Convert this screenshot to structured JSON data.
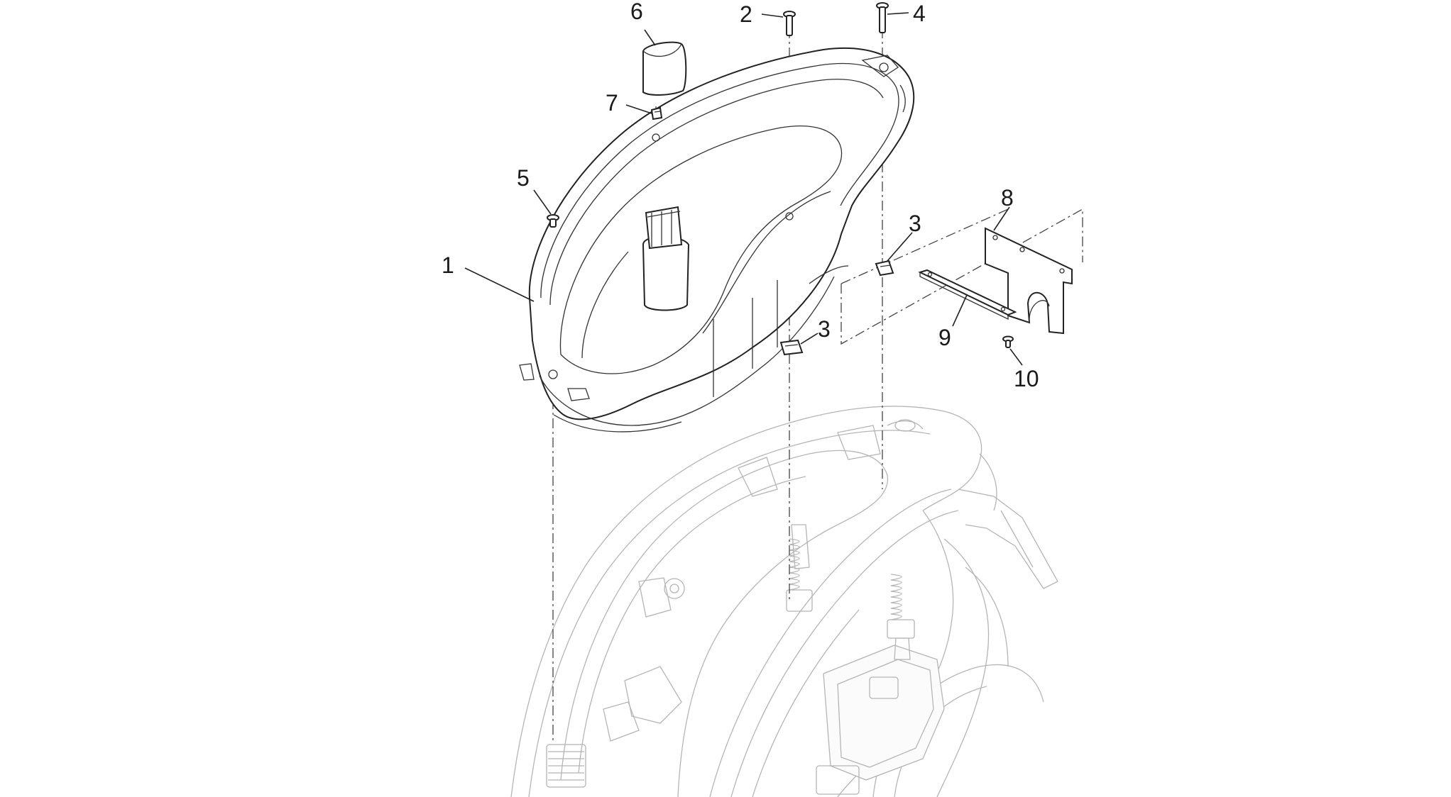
{
  "callouts": {
    "c1": "1",
    "c2": "2",
    "c3a": "3",
    "c3b": "3",
    "c4": "4",
    "c5": "5",
    "c6": "6",
    "c7": "7",
    "c8": "8",
    "c9": "9",
    "c10": "10"
  },
  "colors": {
    "line": "#222222",
    "ghost": "#b5b5b5",
    "background": "#ffffff"
  }
}
